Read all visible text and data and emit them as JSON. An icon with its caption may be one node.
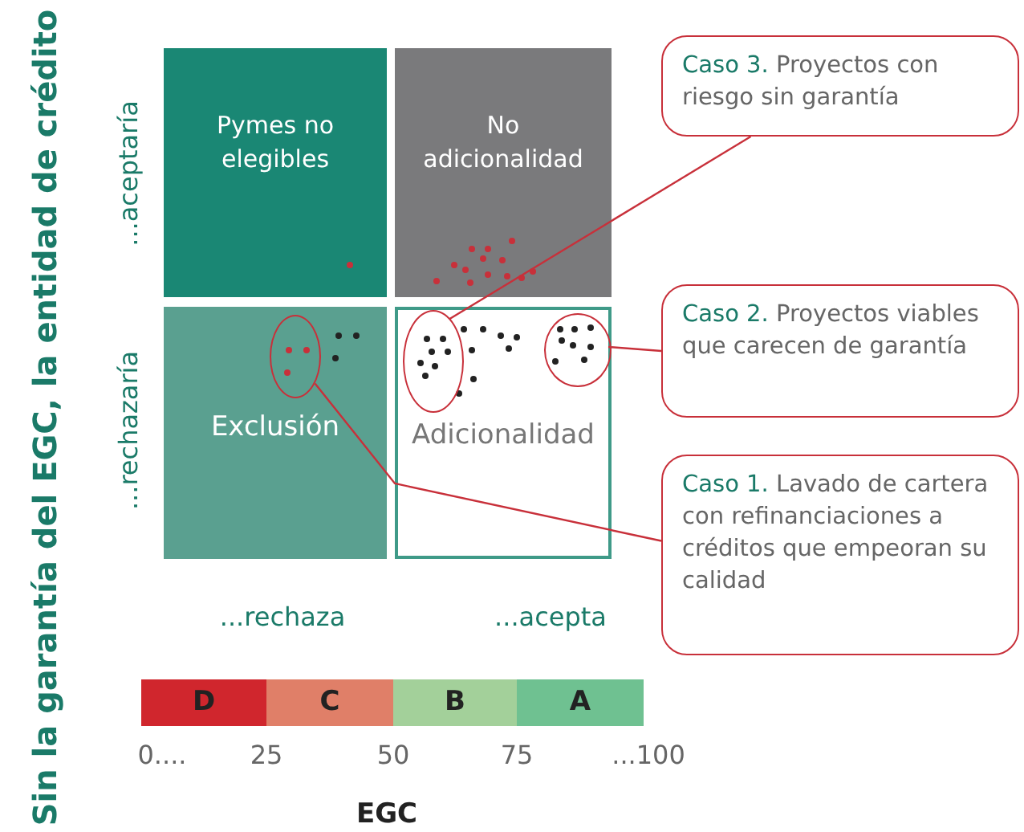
{
  "diagram": {
    "nodes": [
      {
        "text": [
          "Pymes no elegibles"
        ]
      },
      {
        "text": [
          "No adicionalidad"
        ]
      },
      {
        "text": [
          "Exclusión"
        ]
      },
      {
        "text": [
          "Adicionalidad"
        ]
      },
      {
        "text": [],
        "shape": "circle",
        "in": 2
      },
      {
        "text": [],
        "shape": "circle",
        "in": 3
      },
      {
        "text": [],
        "shape": "circle",
        "in": 3
      },
      {
        "text": [
          "**Caso 3.** Proyectos con riesgo sin garantía"
        ]
      },
      {
        "text": [
          "**Caso 2.** Proyectos viables que carecen de garantía"
        ]
      },
      {
        "text": [
          "**Caso 1.** Lavado de cartera con refinanciaciones a créditos que empeoran su calidad"
        ]
      }
    ],
    "edges": [
      {
        "from": 7,
        "to": 5,
        "arrow": "none"
      },
      {
        "from": 8,
        "to": 6,
        "arrow": "none"
      },
      {
        "from": 9,
        "to": 4,
        "arrow": "none"
      }
    ],
    "labels": [
      "Sin la garantía del EGC, la entidad de crédito",
      "...aceptaría",
      "...rechazaría",
      "...rechaza",
      "...acepta",
      "D",
      "C",
      "B",
      "A",
      "0....",
      "25",
      "50",
      "75",
      "...100",
      "EGC"
    ]
  }
}
